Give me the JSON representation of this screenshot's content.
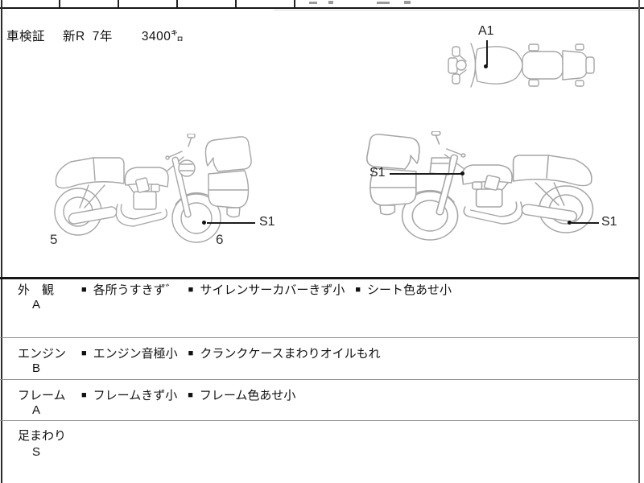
{
  "header": {
    "title": "車検証",
    "registration": "新R",
    "year": "7年",
    "mileage": "3400㌔"
  },
  "diagrams": {
    "top_view_label": "A1",
    "left_bike": {
      "rear_wheel_number": "5",
      "front_wheel_number": "6",
      "front_wheel_label": "S1"
    },
    "right_bike": {
      "fork_label": "S1",
      "rear_wheel_label": "S1"
    }
  },
  "table": {
    "bullet": "■",
    "rows": [
      {
        "section": "外　観",
        "grade": "A",
        "items": [
          "各所うすきず゛",
          "サイレンサーカバーきず小",
          "シート色あせ小"
        ]
      },
      {
        "section": "エンジン",
        "grade": "B",
        "items": [
          "エンジン音極小",
          "クランクケースまわりオイルもれ"
        ]
      },
      {
        "section": "フレーム",
        "grade": "A",
        "items": [
          "フレームきず小",
          "フレーム色あせ小"
        ]
      },
      {
        "section": "足まわり",
        "grade": "S",
        "items": []
      }
    ]
  },
  "colors": {
    "ink": "#1a1a1a",
    "sketch": "#a6a6a6",
    "separator": "#8f8f8f"
  }
}
